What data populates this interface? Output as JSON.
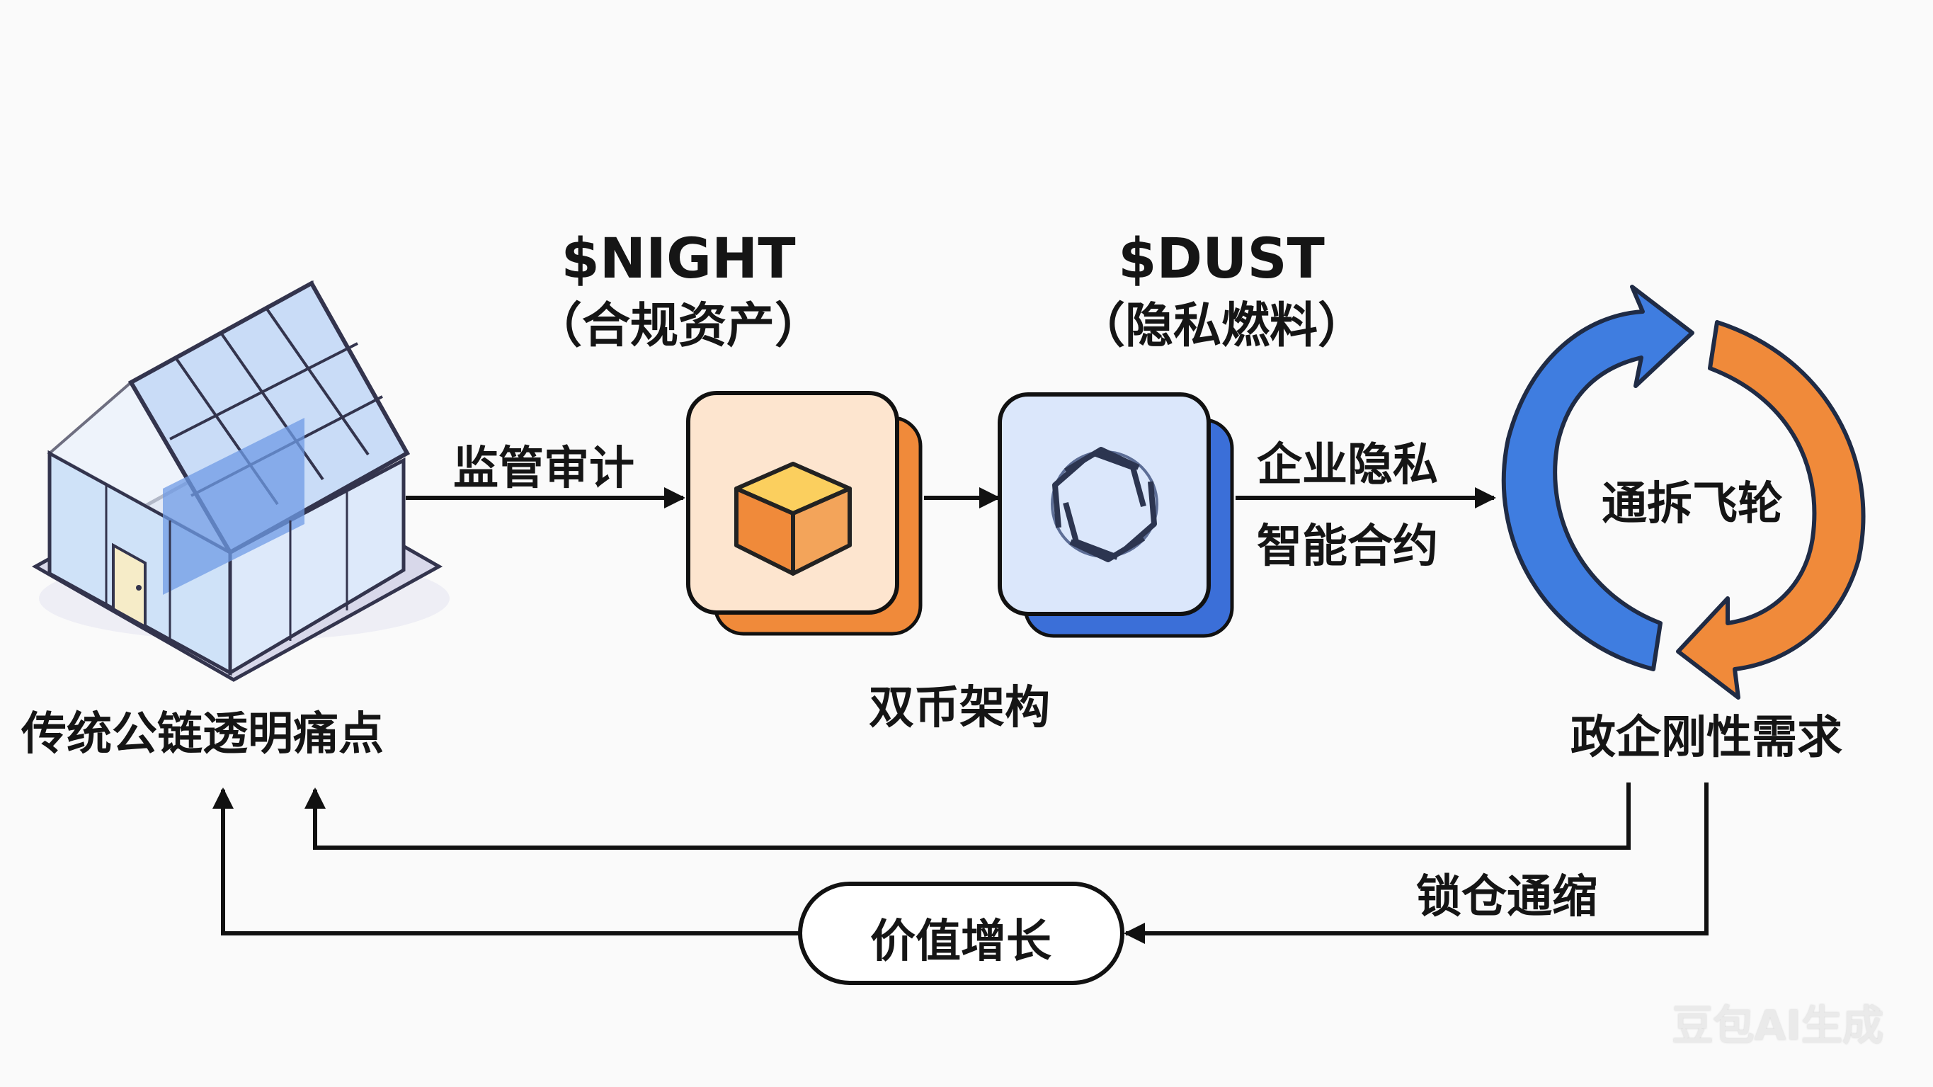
{
  "tokens": {
    "night": {
      "name": "$NIGHT",
      "role": "（合规资产）"
    },
    "dust": {
      "name": "$DUST",
      "role": "（隐私燃料）"
    }
  },
  "labels": {
    "left_node": "传统公链透明痛点",
    "arrow_regulation": "监管审计",
    "dual_token": "双币架构",
    "enterprise_privacy": "企业隐私",
    "smart_contract": "智能合约",
    "flywheel": "通拆飞轮",
    "demand": "政企刚性需求",
    "lockup": "锁仓通缩",
    "value_growth": "价值增长"
  },
  "icons": {
    "left_node": "glass-house-icon",
    "night": "cube-icon",
    "dust": "hexagon-knot-icon",
    "flywheel": "circular-arrows-icon"
  },
  "colors": {
    "night_card_bg": "#fde5cf",
    "night_card_shadow": "#f08a3a",
    "dust_card_bg": "#dbe7fb",
    "dust_card_shadow": "#3b6fd8",
    "flywheel_blue": "#3f7de0",
    "flywheel_orange": "#f08a3a"
  },
  "watermark": "豆包AI生成"
}
